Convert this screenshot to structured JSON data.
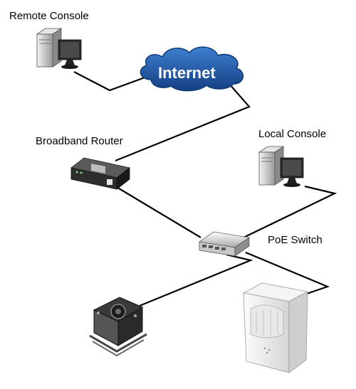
{
  "labels": {
    "remote_console": "Remote Console",
    "internet": "Internet",
    "broadband_router": "Broadband Router",
    "local_console": "Local Console",
    "poe_switch": "PoE Switch"
  },
  "colors": {
    "cable": "#000000",
    "cloud": "#1f5aa8",
    "cloud_edge": "#0d3a78"
  },
  "icons": [
    "computer-icon",
    "cloud-icon",
    "router-icon",
    "switch-icon",
    "camera-icon",
    "pir-camera-icon"
  ]
}
